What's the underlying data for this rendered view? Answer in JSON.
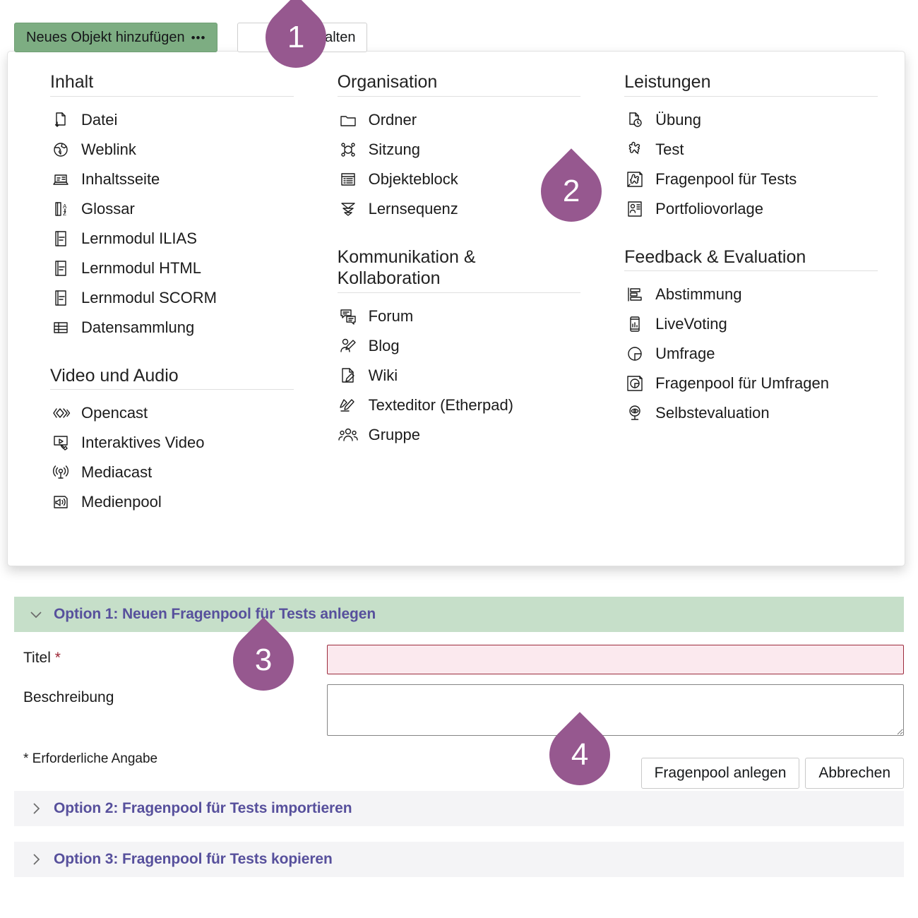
{
  "toolbar": {
    "add_button_label": "Neues Objekt hinzufügen",
    "add_button_dots": "•••",
    "manage_button_label": "alten"
  },
  "dropdown": {
    "columns": [
      {
        "groups": [
          {
            "title": "Inhalt",
            "items": [
              {
                "label": "Datei",
                "icon": "file-download-icon"
              },
              {
                "label": "Weblink",
                "icon": "globe-icon"
              },
              {
                "label": "Inhaltsseite",
                "icon": "content-page-icon"
              },
              {
                "label": "Glossar",
                "icon": "glossary-az-icon"
              },
              {
                "label": "Lernmodul ILIAS",
                "icon": "learning-module-icon"
              },
              {
                "label": "Lernmodul HTML",
                "icon": "learning-module-icon"
              },
              {
                "label": "Lernmodul SCORM",
                "icon": "learning-module-icon"
              },
              {
                "label": "Datensammlung",
                "icon": "table-icon"
              }
            ]
          },
          {
            "title": "Video und Audio",
            "items": [
              {
                "label": "Opencast",
                "icon": "opencast-diamond-icon"
              },
              {
                "label": "Interaktives Video",
                "icon": "interactive-video-icon"
              },
              {
                "label": "Mediacast",
                "icon": "broadcast-icon"
              },
              {
                "label": "Medienpool",
                "icon": "speaker-icon"
              }
            ]
          }
        ]
      },
      {
        "groups": [
          {
            "title": "Organisation",
            "items": [
              {
                "label": "Ordner",
                "icon": "folder-icon"
              },
              {
                "label": "Sitzung",
                "icon": "session-nodes-icon"
              },
              {
                "label": "Objekteblock",
                "icon": "object-block-icon"
              },
              {
                "label": "Lernsequenz",
                "icon": "learning-sequence-icon"
              }
            ]
          },
          {
            "title": "Kommunikation & Kollaboration",
            "items": [
              {
                "label": "Forum",
                "icon": "forum-icon"
              },
              {
                "label": "Blog",
                "icon": "blog-icon"
              },
              {
                "label": "Wiki",
                "icon": "wiki-icon"
              },
              {
                "label": "Texteditor (Etherpad)",
                "icon": "etherpad-icon"
              },
              {
                "label": "Gruppe",
                "icon": "group-icon"
              }
            ]
          }
        ]
      },
      {
        "groups": [
          {
            "title": "Leistungen",
            "items": [
              {
                "label": "Übung",
                "icon": "exercise-clock-icon"
              },
              {
                "label": "Test",
                "icon": "puzzle-icon"
              },
              {
                "label": "Fragenpool für Tests",
                "icon": "question-pool-test-icon"
              },
              {
                "label": "Portfoliovorlage",
                "icon": "portfolio-template-icon"
              }
            ]
          },
          {
            "title": "Feedback & Evaluation",
            "items": [
              {
                "label": "Abstimmung",
                "icon": "bar-vote-icon"
              },
              {
                "label": "LiveVoting",
                "icon": "mobile-chart-icon"
              },
              {
                "label": "Umfrage",
                "icon": "pie-icon"
              },
              {
                "label": "Fragenpool für Umfragen",
                "icon": "question-pool-survey-icon"
              },
              {
                "label": "Selbstevaluation",
                "icon": "eye-scope-icon"
              }
            ]
          }
        ]
      }
    ]
  },
  "form": {
    "option1": {
      "title": "Option 1: Neuen Fragenpool für Tests anlegen",
      "chevron": "chevron-down-icon",
      "fields": {
        "title_label": "Titel",
        "title_required_marker": "*",
        "title_value": "",
        "description_label": "Beschreibung",
        "description_value": ""
      },
      "required_note": "* Erforderliche Angabe",
      "submit_label": "Fragenpool anlegen",
      "cancel_label": "Abbrechen"
    },
    "option2": {
      "title": "Option 2: Fragenpool für Tests importieren",
      "chevron": "chevron-right-icon"
    },
    "option3": {
      "title": "Option 3: Fragenpool für Tests kopieren",
      "chevron": "chevron-right-icon"
    }
  },
  "callouts": [
    {
      "number": "1",
      "direction": "left"
    },
    {
      "number": "2",
      "direction": "right"
    },
    {
      "number": "3",
      "direction": "right"
    },
    {
      "number": "4",
      "direction": "right"
    }
  ],
  "colors": {
    "accent_purple": "#96588f",
    "green_button": "#7dad82",
    "green_panel": "#c6dfc9",
    "panel_title_purple": "#57509c",
    "error_border": "#9c2b3c",
    "error_bg": "#fbe9ee",
    "collapsed_panel": "#f4f4f6"
  }
}
